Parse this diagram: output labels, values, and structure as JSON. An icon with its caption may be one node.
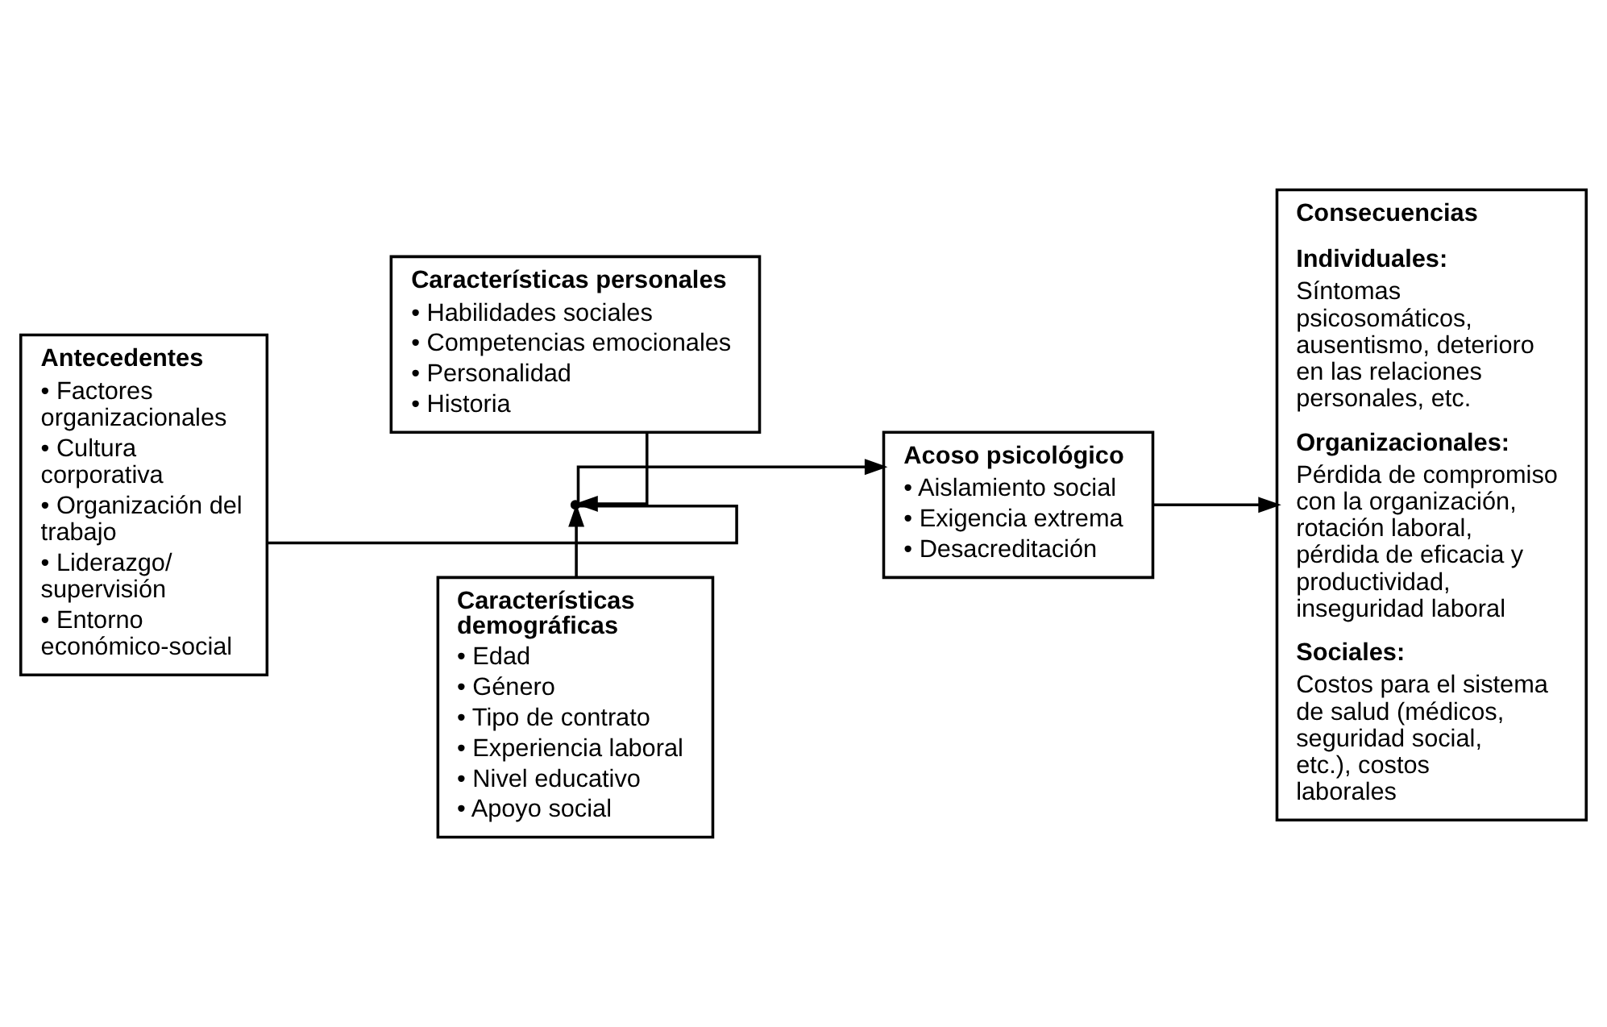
{
  "diagram": {
    "nodes": [
      {
        "text": [
          "Antecedentes",
          "• Factores organizacionales",
          "• Cultura corporativa",
          "• Organización del trabajo",
          "• Liderazgo/ supervisión",
          "• Entorno económico-social"
        ]
      },
      {
        "text": [
          "Características personales",
          "• Habilidades sociales",
          "• Competencias emocionales",
          "• Personalidad",
          "• Historia"
        ]
      },
      {
        "text": [
          "Acoso psicológico",
          "• Aislamiento social",
          "• Exigencia extrema",
          "• Desacreditación"
        ]
      },
      {
        "text": [
          "Características demográficas",
          "• Edad",
          "• Género",
          "• Tipo de contrato",
          "• Experiencia laboral",
          "• Nivel educativo",
          "• Apoyo social"
        ]
      },
      {
        "text": [
          "Consecuencias",
          "Individuales:",
          "Síntomas psicosomáticos, ausentismo, deterioro en las relaciones personales, etc.",
          "Organizacionales:",
          "Pérdida de compromiso con la organización, rotación laboral, pérdida de eficacia y productividad, inseguridad laboral",
          "Sociales:",
          "Costos para el sistema de salud (médicos, seguridad social, etc.), costos laborales"
        ]
      },
      {
        "text": [],
        "shape": "point"
      }
    ],
    "edges": [
      {
        "from": 0,
        "to": 5,
        "arrow": "none"
      },
      {
        "from": 1,
        "to": 5,
        "arrow": "to"
      },
      {
        "from": 3,
        "to": 5,
        "arrow": "to"
      },
      {
        "from": 5,
        "to": 2,
        "arrow": "to"
      },
      {
        "from": 2,
        "to": 4,
        "arrow": "to"
      }
    ]
  }
}
